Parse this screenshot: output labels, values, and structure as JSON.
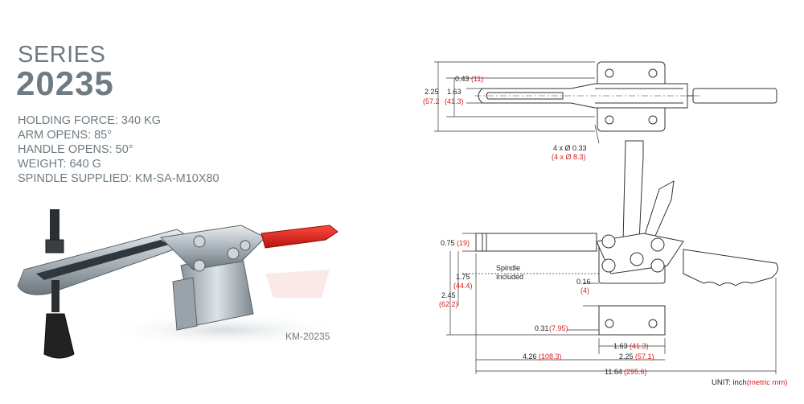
{
  "title": {
    "series": "SERIES",
    "model": "20235"
  },
  "specs": [
    "HOLDING FORCE: 340 KG",
    "ARM OPENS: 85°",
    "HANDLE OPENS: 50°",
    "WEIGHT: 640 G",
    "SPINDLE SUPPLIED: KM-SA-M10X80"
  ],
  "photo_caption": "KM-20235",
  "colors": {
    "text_gray": "#6f7b82",
    "metric_red": "#d32020",
    "handle_red": "#e0261f"
  },
  "top_view": {
    "d1_in": "0.43",
    "d1_mm": "(11)",
    "d2_in": "2.25",
    "d2_mm": "(57.2",
    "d3_in": "1.63",
    "d3_mm": "(41.3)",
    "holes_in": "4 x Ø 0.33",
    "holes_mm": "(4 x Ø 8.3)"
  },
  "side_view": {
    "spindle_label_1": "Spindle",
    "spindle_label_2": "Included",
    "h1_in": "0.75",
    "h1_mm": "(19)",
    "h2_in": "1.75",
    "h2_mm": "(44.4)",
    "h3_in": "2.45",
    "h3_mm": "(62.2)",
    "h4_in": "0.16",
    "h4_mm": "(4)",
    "b1_in": "0.31",
    "b1_mm": "(7.95)",
    "b2_in": "1.63",
    "b2_mm": "(41.3)",
    "b3_in": "4.26",
    "b3_mm": "(108.3)",
    "b4_in": "2.25",
    "b4_mm": "(57.1)",
    "total_in": "11.64",
    "total_mm": "(295.6)"
  },
  "unit_note": {
    "prefix": "UNIT: inch",
    "suffix": "(metric mm)"
  }
}
